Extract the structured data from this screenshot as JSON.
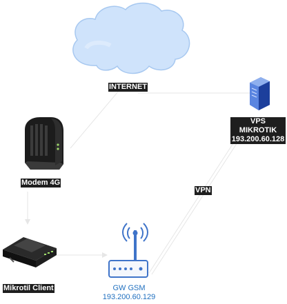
{
  "nodes": {
    "internet": {
      "label": "INTERNET",
      "icon": "cloud-icon"
    },
    "vps": {
      "line1": "VPS",
      "line2": "MIKROTIK",
      "line3": "193.200.60.128",
      "icon": "server-icon"
    },
    "modem": {
      "label": "Modem 4G",
      "icon": "modem-icon"
    },
    "client": {
      "label": "Mikrotil Client",
      "icon": "router-icon"
    },
    "gw": {
      "line1": "GW GSM",
      "line2": "193.200.60.129",
      "icon": "wireless-router-icon"
    }
  },
  "edges": {
    "vpn": {
      "label": "VPN"
    }
  },
  "colors": {
    "cloud_fill": "#cfe3fb",
    "cloud_stroke": "#a7c8f0",
    "label_bg": "#1e1e1e",
    "gw_text": "#1f6fbf",
    "edge": "#e3e3e3"
  }
}
